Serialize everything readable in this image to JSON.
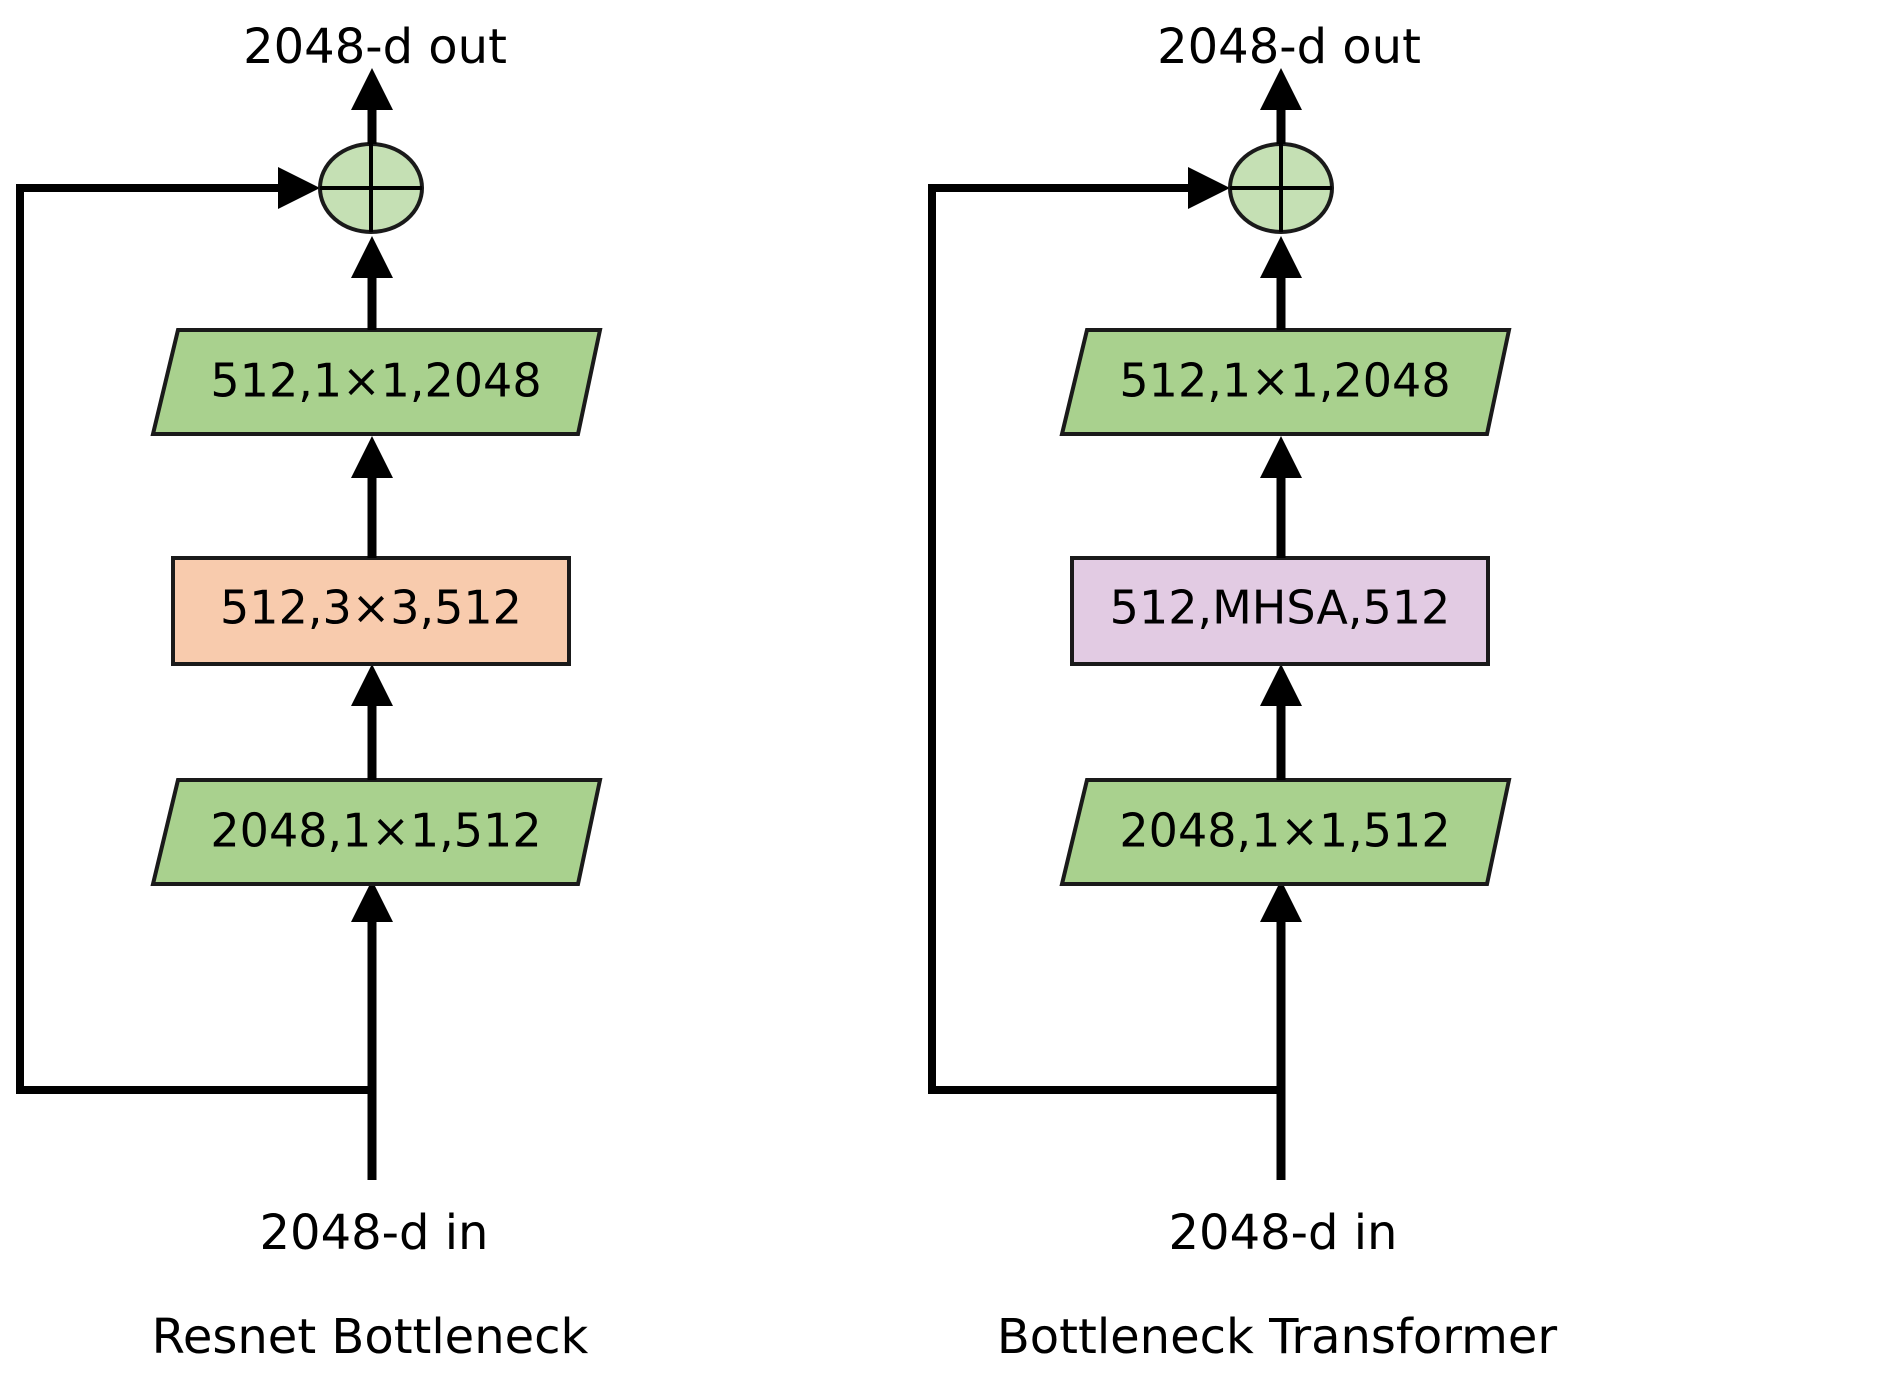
{
  "figure": {
    "background_color": "#ffffff",
    "line_color": "#000000",
    "outline_color": "#1a1a1a"
  },
  "colors": {
    "green_light": "#c5e0b4",
    "green_mid": "#a9d18e",
    "orange": "#f8cbad",
    "purple": "#e2cbe3"
  },
  "panels": [
    {
      "id": "resnet-bottleneck",
      "caption": "Resnet Bottleneck",
      "input_label": "2048-d in",
      "output_label": "2048-d out",
      "sum_node": "plus-circle",
      "blocks": [
        {
          "id": "expand",
          "label": "512,1×1,2048",
          "shape": "trapezoid-down",
          "fill": "#a9d18e"
        },
        {
          "id": "spatial",
          "label": "512,3×3,512",
          "shape": "rectangle",
          "fill": "#f8cbad"
        },
        {
          "id": "reduce",
          "label": "2048,1×1,512",
          "shape": "trapezoid-down",
          "fill": "#a9d18e"
        }
      ]
    },
    {
      "id": "bottleneck-transformer",
      "caption": "Bottleneck Transformer",
      "input_label": "2048-d in",
      "output_label": "2048-d out",
      "sum_node": "plus-circle",
      "blocks": [
        {
          "id": "expand",
          "label": "512,1×1,2048",
          "shape": "trapezoid-down",
          "fill": "#a9d18e"
        },
        {
          "id": "attention",
          "label": "512,MHSA,512",
          "shape": "rectangle",
          "fill": "#e2cbe3"
        },
        {
          "id": "reduce",
          "label": "2048,1×1,512",
          "shape": "trapezoid-down",
          "fill": "#a9d18e"
        }
      ]
    }
  ]
}
